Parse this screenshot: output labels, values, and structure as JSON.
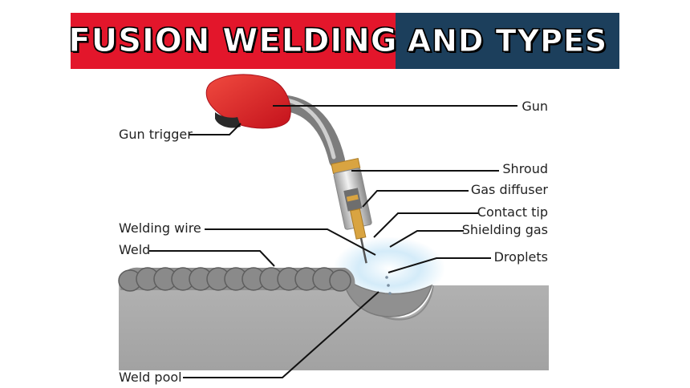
{
  "title": {
    "highlighted": "FUSION WELDING",
    "rest": "AND TYPES"
  },
  "labels": {
    "gun": "Gun",
    "gun_trigger": "Gun trigger",
    "shroud": "Shroud",
    "gas_diffuser": "Gas diffuser",
    "contact_tip": "Contact tip",
    "welding_wire": "Welding wire",
    "shielding_gas": "Shielding gas",
    "weld": "Weld",
    "droplets": "Droplets",
    "weld_pool": "Weld pool"
  },
  "colors": {
    "banner_blue": "#1c3f5c",
    "banner_red": "#e3162b",
    "gun_handle": "#e3262e",
    "metal_plate": "#a8a8a8",
    "shroud_gold": "#d9a441",
    "shielding_gas_glow": "#bfe3f7"
  }
}
